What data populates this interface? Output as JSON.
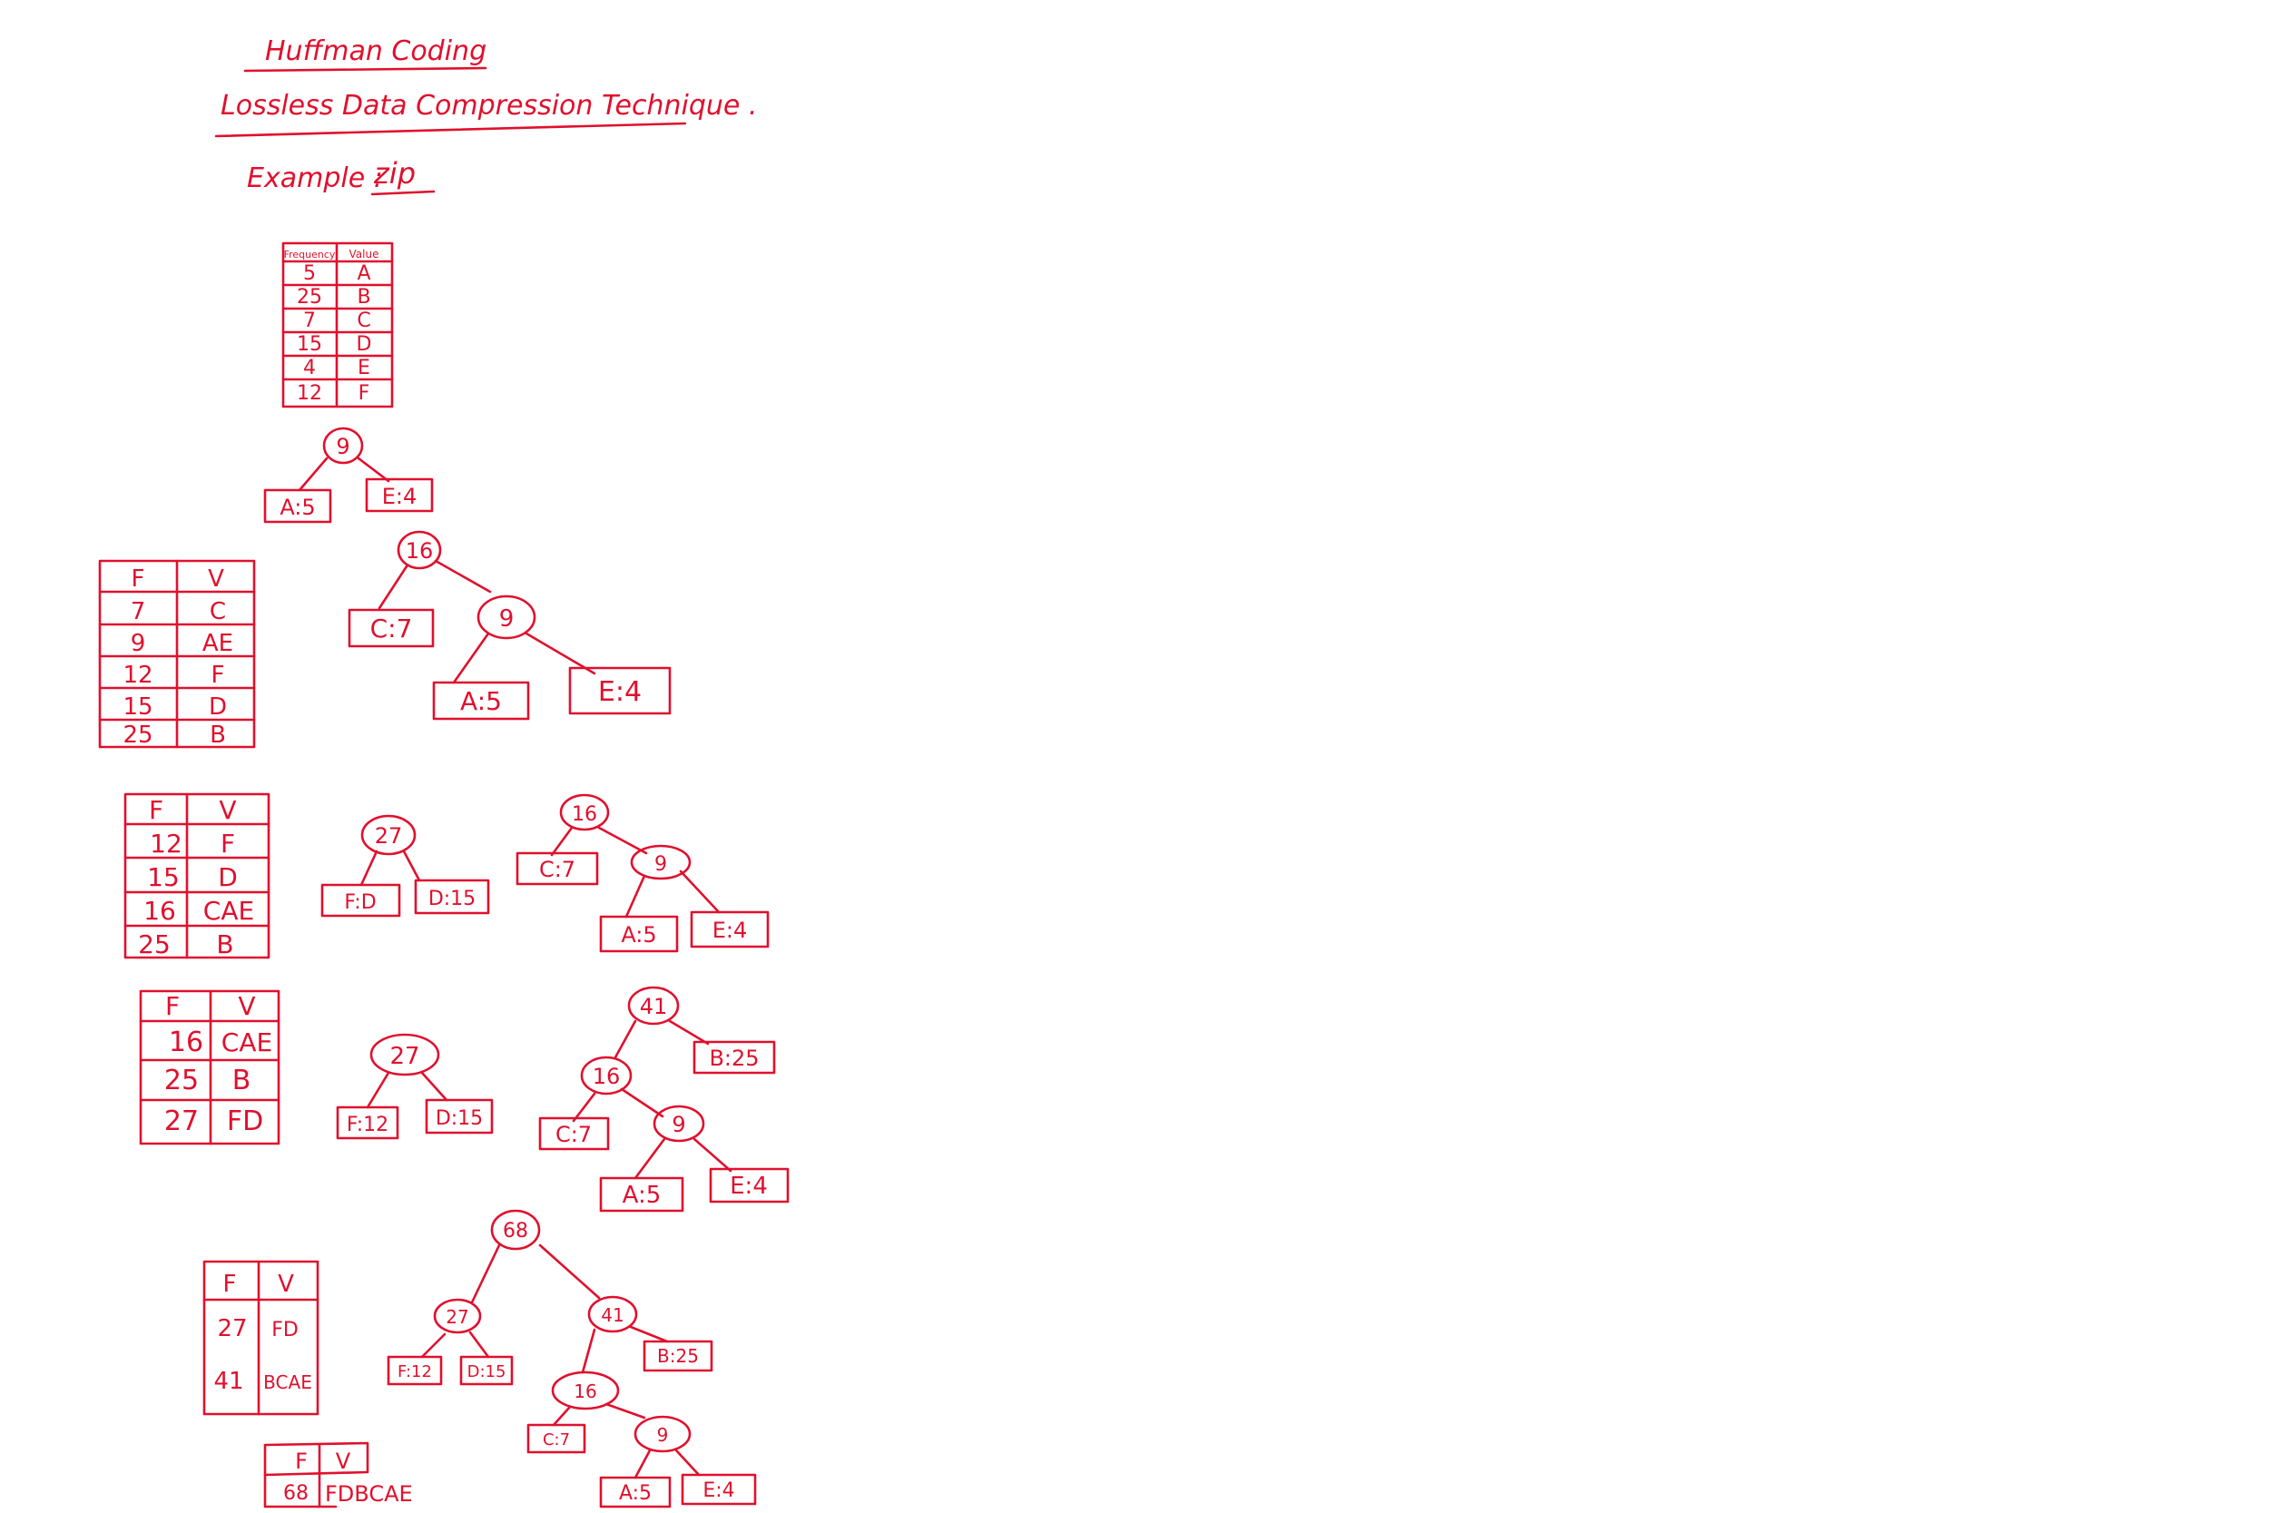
{
  "ink_color": "#e0102d",
  "title": "Huffman Coding",
  "subtitle": "Lossless Data Compression Technique .",
  "example_label": "Example :",
  "example_value": "zip",
  "table0": {
    "headers": [
      "Frequency",
      "Value"
    ],
    "rows": [
      [
        "5",
        "A"
      ],
      [
        "25",
        "B"
      ],
      [
        "7",
        "C"
      ],
      [
        "15",
        "D"
      ],
      [
        "4",
        "E"
      ],
      [
        "12",
        "F"
      ]
    ]
  },
  "step1": {
    "tree": {
      "root": "9",
      "left": "A:5",
      "right": "E:4"
    }
  },
  "step2": {
    "table": {
      "headers": [
        "F",
        "V"
      ],
      "rows": [
        [
          "7",
          "C"
        ],
        [
          "9",
          "AE"
        ],
        [
          "12",
          "F"
        ],
        [
          "15",
          "D"
        ],
        [
          "25",
          "B"
        ]
      ]
    },
    "tree": {
      "root": "16",
      "c": "C:7",
      "n9": "9",
      "a": "A:5",
      "e": "E:4"
    }
  },
  "step3": {
    "table": {
      "headers": [
        "F",
        "V"
      ],
      "rows": [
        [
          "12",
          "F"
        ],
        [
          "15",
          "D"
        ],
        [
          "16",
          "CAE"
        ],
        [
          "25",
          "B"
        ]
      ]
    },
    "tree27": {
      "root": "27",
      "left": "F:D",
      "right": "D:15"
    },
    "tree16": {
      "root": "16",
      "c": "C:7",
      "n9": "9",
      "a": "A:5",
      "e": "E:4"
    }
  },
  "step4": {
    "table": {
      "headers": [
        "F",
        "V"
      ],
      "rows": [
        [
          "16",
          "CAE"
        ],
        [
          "25",
          "B"
        ],
        [
          "27",
          "FD"
        ]
      ]
    },
    "tree27": {
      "root": "27",
      "left": "F:12",
      "right": "D:15"
    },
    "tree41": {
      "root": "41",
      "b": "B:25",
      "n16": "16",
      "c": "C:7",
      "n9": "9",
      "a": "A:5",
      "e": "E:4"
    }
  },
  "step5": {
    "table": {
      "headers": [
        "F",
        "V"
      ],
      "rows": [
        [
          "27",
          "FD"
        ],
        [
          "41",
          "BCAE"
        ]
      ]
    },
    "tree68": {
      "root": "68",
      "n27": "27",
      "f": "F:12",
      "d": "D:15",
      "n41": "41",
      "b": "B:25",
      "n16": "16",
      "c": "C:7",
      "n9": "9",
      "a": "A:5",
      "e": "E:4"
    }
  },
  "step6": {
    "table": {
      "headers": [
        "F",
        "V"
      ],
      "rows": [
        [
          "68",
          "FDBCAE"
        ]
      ]
    }
  }
}
